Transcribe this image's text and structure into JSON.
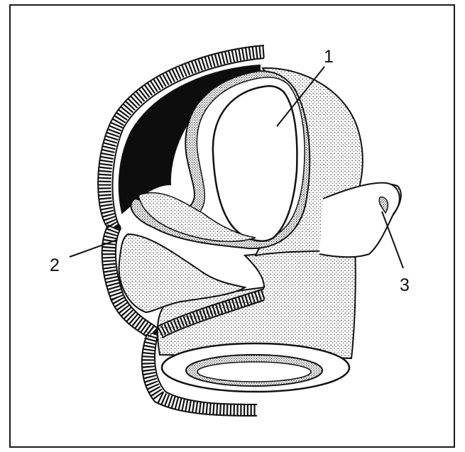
{
  "figure": {
    "labels": {
      "one": "1",
      "two": "2",
      "three": "3"
    }
  },
  "colors": {
    "ink": "#111111",
    "paper": "#ffffff",
    "stipple": "#9a9a9a"
  }
}
